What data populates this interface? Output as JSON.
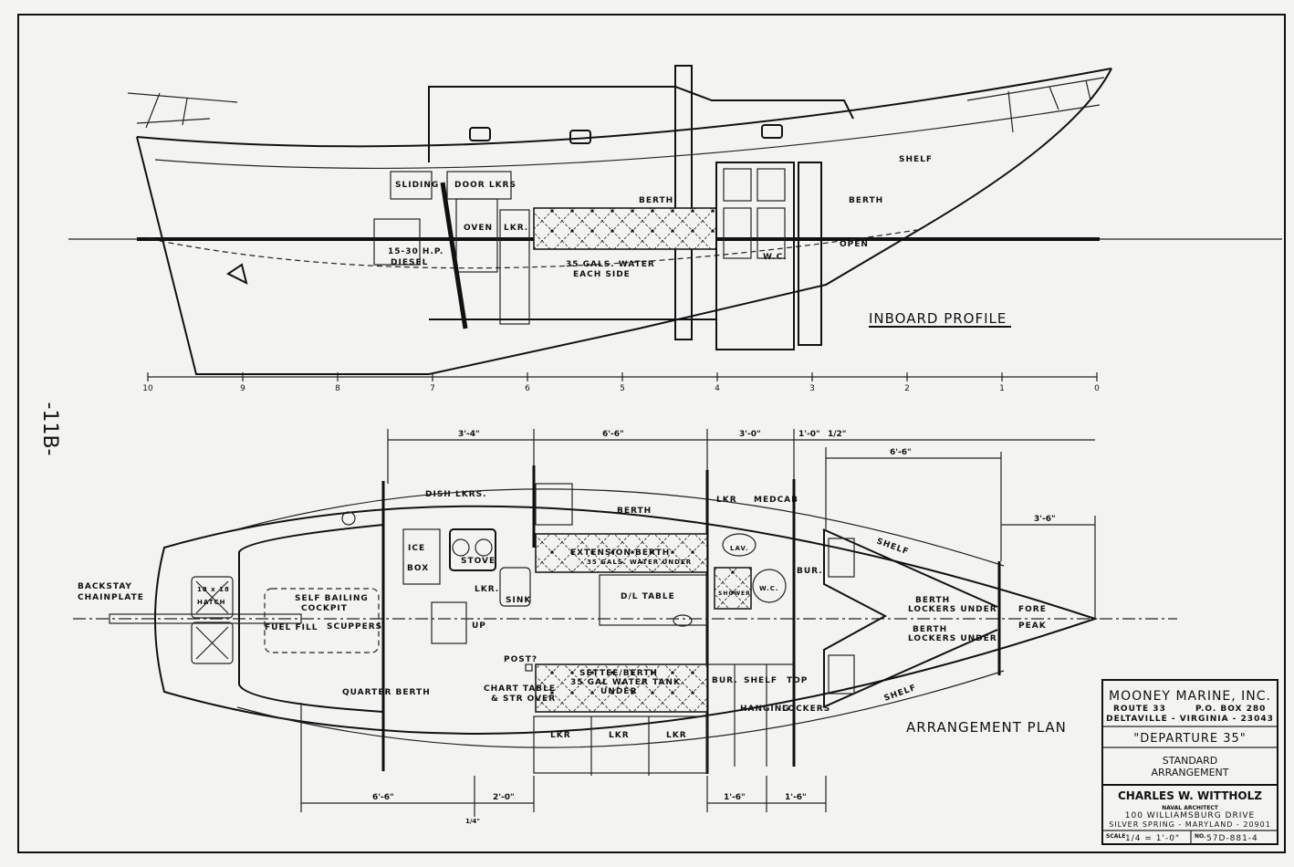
{
  "page_number": "-11B-",
  "inboard_profile": {
    "title": "INBOARD PROFILE",
    "labels": {
      "sliding": "SLIDING",
      "door_lkrs": "DOOR LKRS",
      "oven": "OVEN",
      "lkr": "LKR.",
      "berth_1": "BERTH",
      "berth_2": "BERTH",
      "shelf": "SHELF",
      "engine_1": "15-30 H.P.",
      "engine_2": "DIESEL",
      "water_1": "35 GALS. WATER",
      "water_2": "EACH SIDE",
      "wc": "W.C.",
      "open": "OPEN"
    },
    "stations": [
      "10",
      "9",
      "8",
      "7",
      "6",
      "5",
      "4",
      "3",
      "2",
      "1",
      "0"
    ]
  },
  "arrangement_plan": {
    "title": "ARRANGEMENT PLAN",
    "labels": {
      "backstay_1": "BACKSTAY",
      "backstay_2": "CHAINPLATE",
      "hatch_1": "18 x 18",
      "hatch_2": "HATCH",
      "cockpit_1": "SELF BAILING",
      "cockpit_2": "COCKPIT",
      "fuel_fill": "FUEL FILL",
      "scuppers": "SCUPPERS",
      "quarter_berth": "QUARTER BERTH",
      "ice": "ICE",
      "box": "BOX",
      "dish_lkrs": "DISH  LKRS.",
      "stove": "STOVE",
      "lkr_galley": "LKR.",
      "sink": "SINK",
      "up": "UP",
      "post": "POST?",
      "chart_1": "CHART TABLE",
      "chart_2": "& STR OVER",
      "berth": "BERTH",
      "ext_1": "EXTENSION BERTH",
      "ext_2": "35 GALS. WATER UNDER",
      "table": "D/L TABLE",
      "settee_1": "SETTEE/BERTH",
      "settee_2": "35 GAL WATER TANK",
      "settee_3": "UNDER",
      "lkr_a": "LKR",
      "lkr_b": "LKR",
      "lkr_c": "LKR",
      "lkr_head": "LKR",
      "medcab": "MEDCAB",
      "lav": "LAV.",
      "shower": "SHOWER",
      "wc": "W.C.",
      "bur_1": "BUR.",
      "bur_2": "BUR.",
      "shelf_mid": "SHELF",
      "top": "TOP",
      "hanging": "HANGING",
      "lockers": "LOCKERS",
      "shelf_top": "SHELF",
      "shelf_bot": "SHELF",
      "berth_lk_1a": "BERTH",
      "berth_lk_1b": "LOCKERS UNDER",
      "berth_lk_2a": "BERTH",
      "berth_lk_2b": "LOCKERS UNDER",
      "fore": "FORE",
      "peak": "PEAK"
    },
    "dims_top": [
      "3'-4\"",
      "6'-6\"",
      "3'-0\"",
      "1'-0\"",
      "1/2\"",
      "6'-6\"",
      "3'-6\""
    ],
    "dims_bottom": [
      "6'-6\"",
      "2'-0\"",
      "1'-6\"",
      "1'-6\"",
      "1/4\""
    ]
  },
  "title_block": {
    "company": "MOONEY MARINE, INC.",
    "route": "ROUTE 33",
    "pobox": "P.O. BOX 280",
    "address": "DELTAVILLE - VIRGINIA - 23043",
    "boat": "\"DEPARTURE 35\"",
    "sheet_1": "STANDARD",
    "sheet_2": "ARRANGEMENT",
    "architect": "CHARLES W. WITTHOLZ",
    "role": "NAVAL ARCHITECT",
    "street": "100 WILLIAMSBURG DRIVE",
    "city": "SILVER SPRING - MARYLAND - 20901",
    "scale_label": "SCALE",
    "scale": "1/4 = 1'-0\"",
    "no_label": "NO.",
    "drawing_no": "57D-881-4"
  }
}
